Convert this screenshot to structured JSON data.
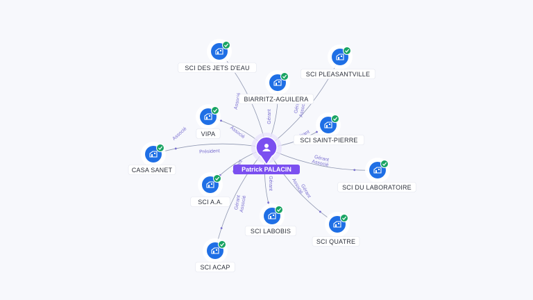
{
  "colors": {
    "background": "#f7f8fc",
    "edge": "#8e96b0",
    "edge_label": "#7a6fd0",
    "company_fill": "#1f6fe5",
    "check_badge": "#19a463",
    "person_fill": "#7b4ff0",
    "label_box": "#ffffff",
    "label_text": "#2b2f3a"
  },
  "center": {
    "name": "Patrick PALACIN",
    "icon": "person-icon"
  },
  "companies": [
    {
      "name": "SCI DES JETS D'EAU",
      "icon": "building-icon",
      "badge": "check-icon",
      "relations": [
        "Associé"
      ]
    },
    {
      "name": "BIARRITZ-AGUILERA",
      "icon": "building-icon",
      "badge": "check-icon",
      "relations": [
        "Gérant"
      ]
    },
    {
      "name": "SCI PLEASANTVILLE",
      "icon": "building-icon",
      "badge": "check-icon",
      "relations": [
        "Gérant",
        "Associé"
      ]
    },
    {
      "name": "VIPA",
      "icon": "building-icon",
      "badge": "check-icon",
      "relations": [
        "Associé"
      ]
    },
    {
      "name": "SCI SAINT-PIERRE",
      "icon": "building-icon",
      "badge": "check-icon",
      "relations": [
        "Gérant"
      ]
    },
    {
      "name": "CASA SANET",
      "icon": "building-icon",
      "badge": "check-icon",
      "relations": [
        "Associé",
        "Président"
      ]
    },
    {
      "name": "SCI DU LABORATOIRE",
      "icon": "building-icon",
      "badge": "check-icon",
      "relations": [
        "Gérant",
        "Associé"
      ]
    },
    {
      "name": "SCI A.A.",
      "icon": "building-icon",
      "badge": "check-icon",
      "relations": [
        "Gérant"
      ]
    },
    {
      "name": "SCI LABOBIS",
      "icon": "building-icon",
      "badge": "check-icon",
      "relations": [
        "Gérant"
      ]
    },
    {
      "name": "SCI QUATRE",
      "icon": "building-icon",
      "badge": "check-icon",
      "relations": [
        "Gérant",
        "Associé"
      ]
    },
    {
      "name": "SCI ACAP",
      "icon": "building-icon",
      "badge": "check-icon",
      "relations": [
        "Gérant",
        "Associé"
      ]
    }
  ]
}
